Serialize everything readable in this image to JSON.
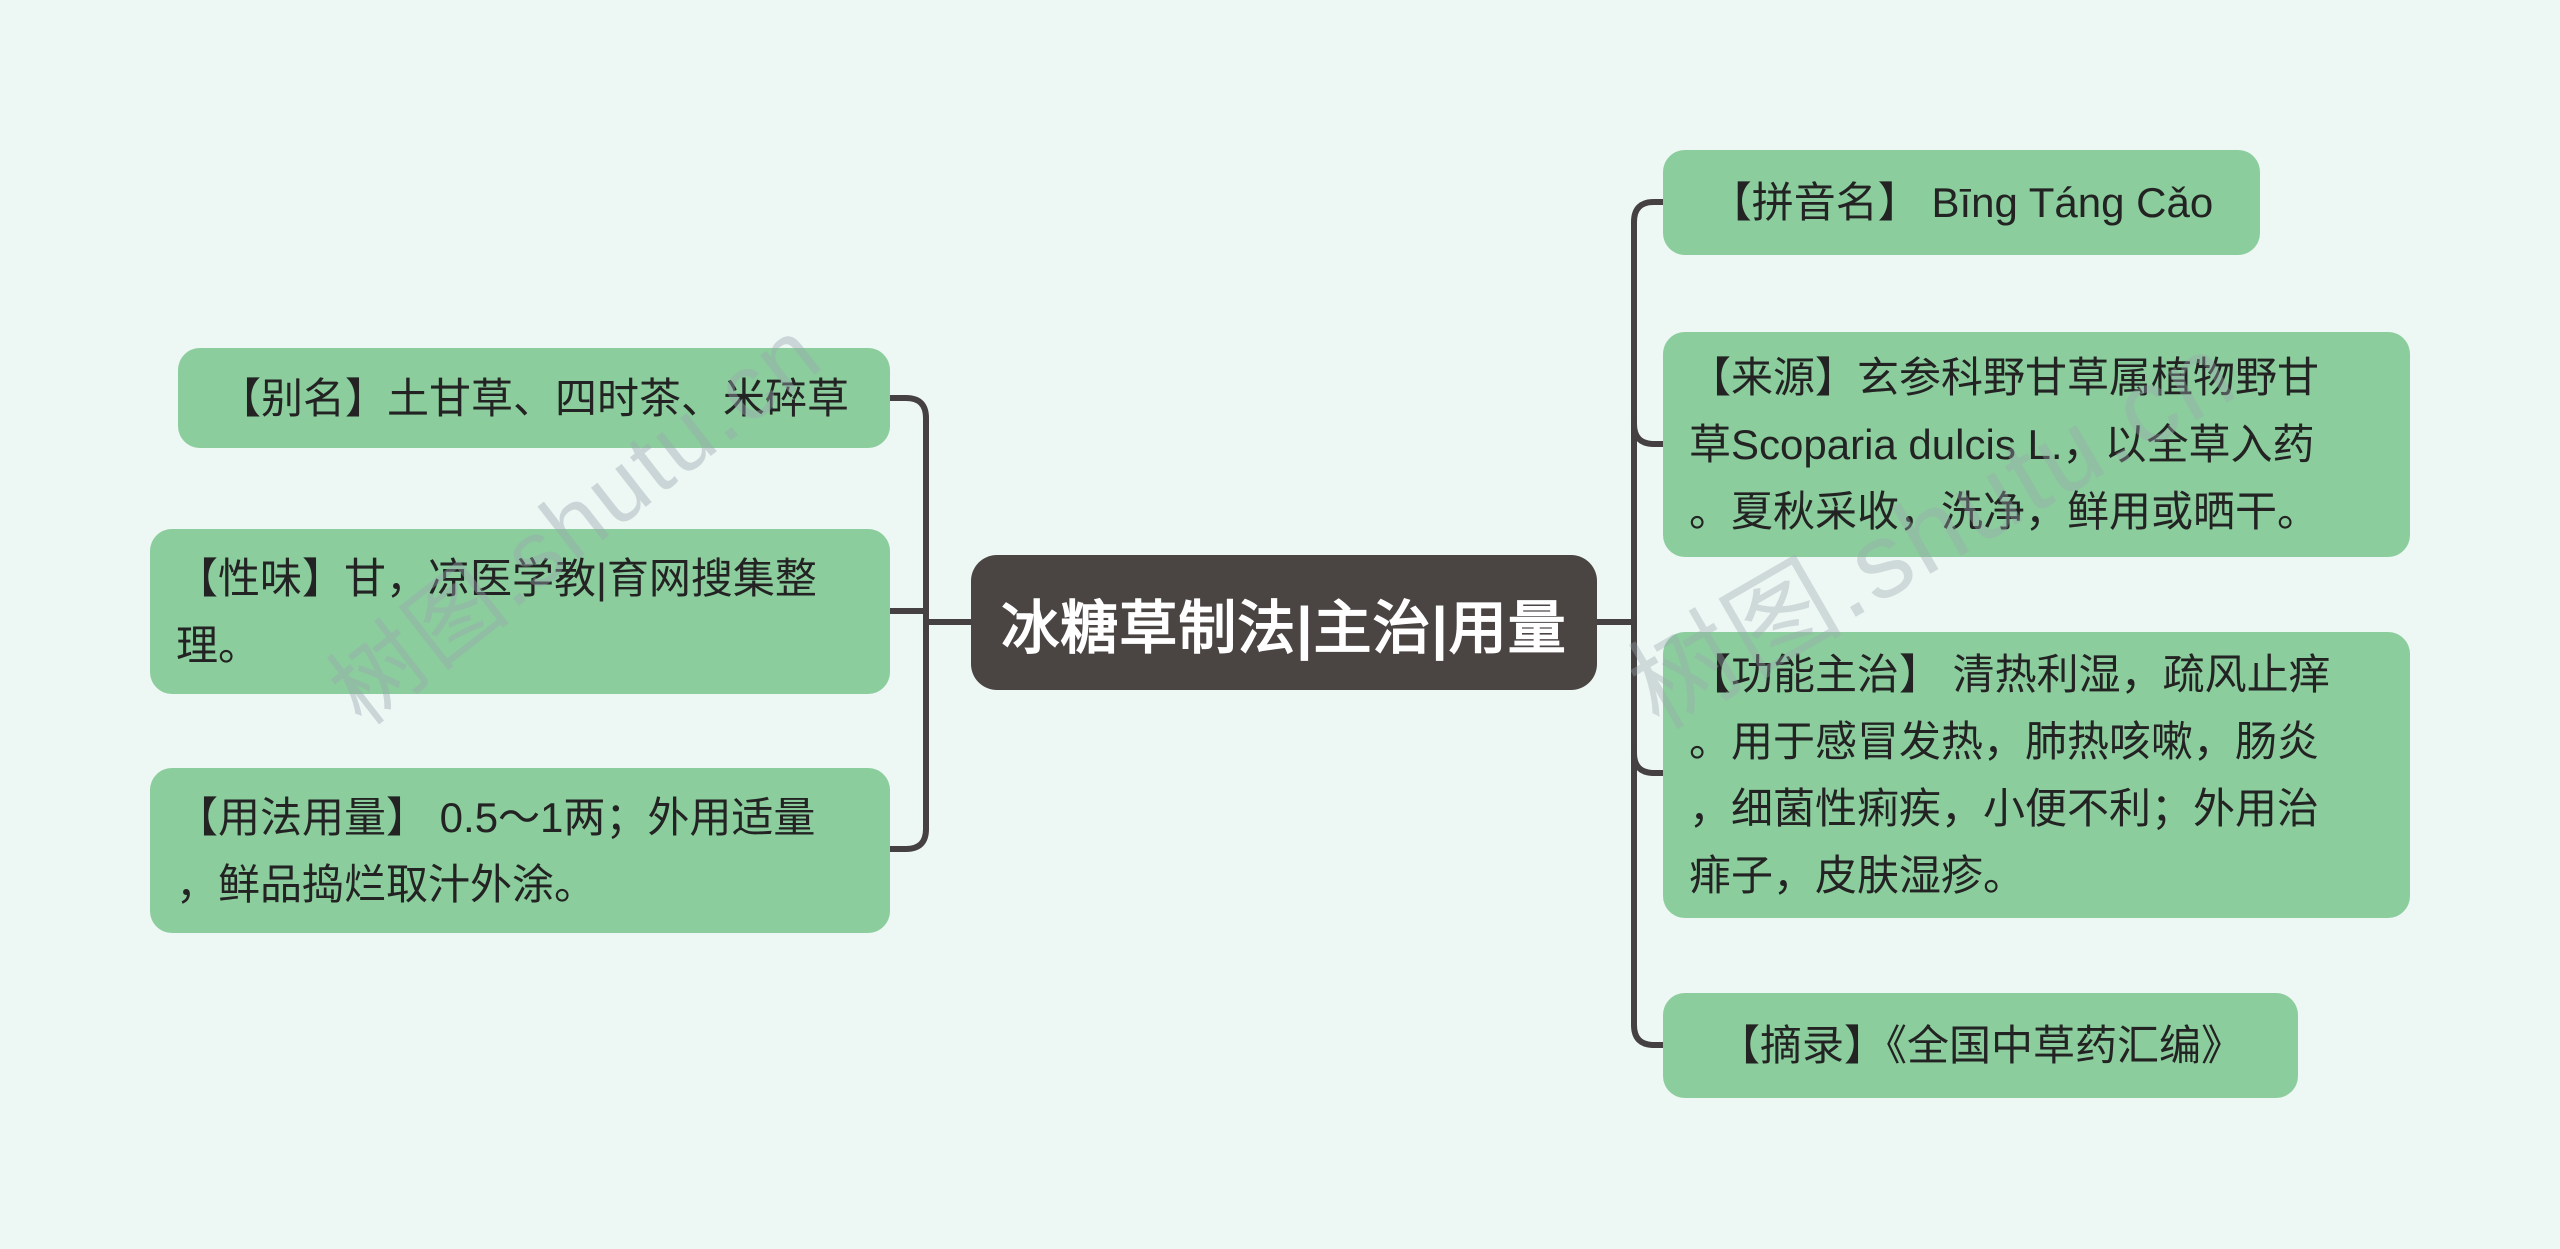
{
  "page": {
    "title": "冰糖草制法|主治|用量 思维导图",
    "watermark_text": "树图.shutu.cn",
    "background_color": "#edf7f3"
  },
  "colors": {
    "branch_box_green": "#8bcd9c",
    "center_box_dark": "#4a4443",
    "connector_line": "#454041",
    "box_text": "#232323",
    "center_text": "#ffffff",
    "watermark_gray": "#9ba7b0"
  },
  "center": {
    "label": "冰糖草制法|主治|用量"
  },
  "left_nodes": [
    {
      "id": "bieming",
      "text": "【别名】土甘草、四时茶、米碎草"
    },
    {
      "id": "xingwei",
      "text": "【性味】甘，凉医学教|育网搜集整\n理。"
    },
    {
      "id": "yongfa",
      "text": "【用法用量】 0.5～1两；外用适量\n，鲜品捣烂取汁外涂。"
    }
  ],
  "right_nodes": [
    {
      "id": "pinyin",
      "text": "【拼音名】 Bīng Táng Cǎo"
    },
    {
      "id": "laiyuan",
      "text": "【来源】玄参科野甘草属植物野甘\n草Scoparia dulcis L.，以全草入药\n。夏秋采收，洗净，鲜用或晒干。"
    },
    {
      "id": "gongneng",
      "text": "【功能主治】 清热利湿，疏风止痒\n。用于感冒发热，肺热咳嗽，肠炎\n，细菌性痢疾，小便不利；外用治\n痱子，皮肤湿疹。"
    },
    {
      "id": "zhailu",
      "text": "【摘录】《全国中草药汇编》"
    }
  ]
}
